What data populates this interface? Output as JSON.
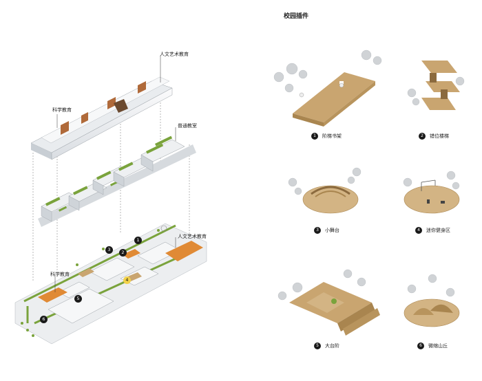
{
  "title": "校园插件",
  "labels": {
    "humanities_top": "人文艺术教育",
    "science_top": "科学教育",
    "classroom": "普通教室",
    "humanities_site": "人文艺术教育",
    "science_site": "科学教育"
  },
  "site_markers": [
    "1",
    "2",
    "3",
    "4",
    "5",
    "6"
  ],
  "plugins": [
    {
      "num": "1",
      "name": "阶梯书架"
    },
    {
      "num": "2",
      "name": "错位楼梯"
    },
    {
      "num": "3",
      "name": "小舞台"
    },
    {
      "num": "4",
      "name": "迷你健身区"
    },
    {
      "num": "5",
      "name": "大台阶"
    },
    {
      "num": "6",
      "name": "微缩山丘"
    }
  ],
  "colors": {
    "wood": "#c9a570",
    "orange": "#e08a35",
    "green": "#7aa33c",
    "building": "#f3f4f6"
  }
}
